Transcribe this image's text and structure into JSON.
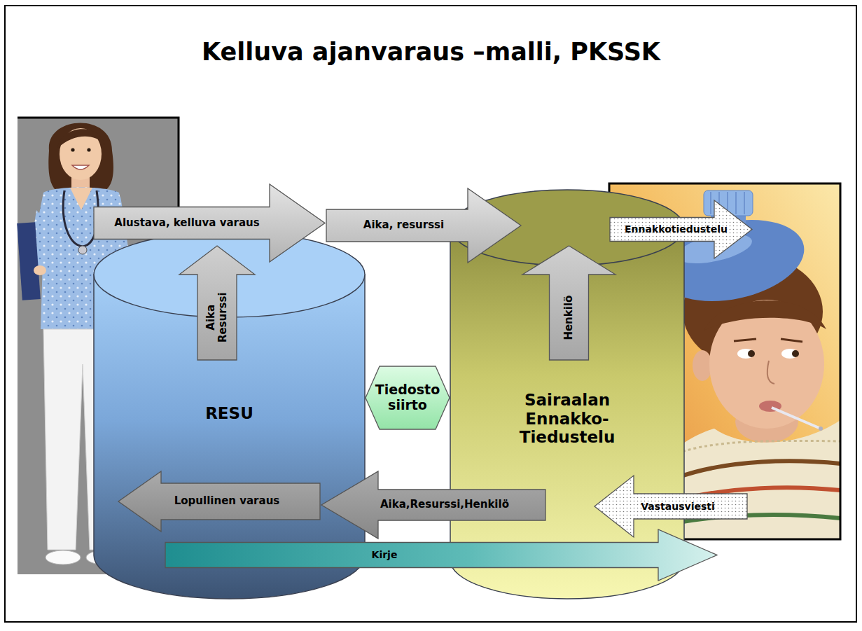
{
  "diagram": {
    "title": "Kelluva ajanvaraus –malli, PKSSK",
    "nodes": [
      {
        "text": [
          "Alustava, kelluva varaus"
        ]
      },
      {
        "text": [
          "Aika, resurssi"
        ]
      },
      {
        "text": [
          "Ennakkotiedustelu"
        ]
      },
      {
        "text": [
          "RESU"
        ]
      },
      {
        "text": [
          "Aika Resurssi"
        ],
        "in": 3
      },
      {
        "text": [
          "Sairaalan Ennakko- Tiedustelu"
        ]
      },
      {
        "text": [
          "Henkilö"
        ],
        "in": 5
      },
      {
        "text": [
          "Lopullinen varaus"
        ]
      },
      {
        "text": [
          "Aika,Resurssi,Henkilö"
        ]
      },
      {
        "text": [
          "Vastausviesti"
        ]
      },
      {
        "text": [
          "Kirje"
        ]
      }
    ],
    "edges": [
      {
        "from": 3,
        "to": 5,
        "label": "Tiedosto siirto",
        "arrow": "both"
      }
    ]
  }
}
